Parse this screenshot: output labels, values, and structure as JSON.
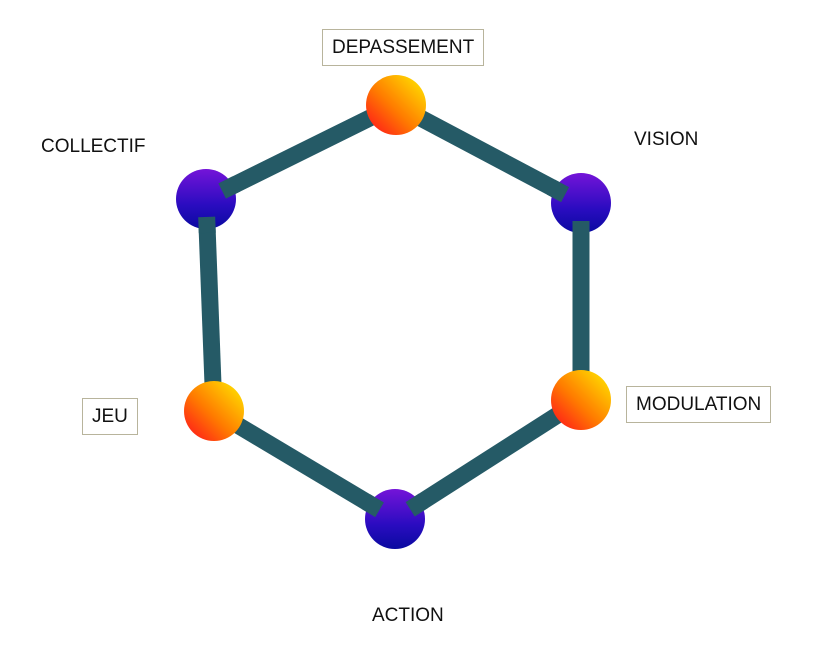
{
  "diagram": {
    "type": "hexagon-cycle",
    "edge_color": "#255a66",
    "nodes": [
      {
        "id": "depassement",
        "label": "DEPASSEMENT",
        "style": "warm",
        "boxed": true
      },
      {
        "id": "vision",
        "label": "VISION",
        "style": "cool",
        "boxed": false
      },
      {
        "id": "modulation",
        "label": "MODULATION",
        "style": "warm",
        "boxed": true
      },
      {
        "id": "action",
        "label": "ACTION",
        "style": "cool",
        "boxed": false
      },
      {
        "id": "jeu",
        "label": "JEU",
        "style": "warm",
        "boxed": true
      },
      {
        "id": "collectif",
        "label": "COLLECTIF",
        "style": "cool",
        "boxed": false
      }
    ],
    "edges": [
      [
        "depassement",
        "vision"
      ],
      [
        "vision",
        "modulation"
      ],
      [
        "modulation",
        "action"
      ],
      [
        "action",
        "jeu"
      ],
      [
        "jeu",
        "collectif"
      ],
      [
        "collectif",
        "depassement"
      ]
    ],
    "colors": {
      "warm_light": "#ffee00",
      "warm_mid": "#ff7a00",
      "warm_dark": "#ff0a1e",
      "cool_light": "#7414d8",
      "cool_dark": "#0a0aa0"
    }
  }
}
